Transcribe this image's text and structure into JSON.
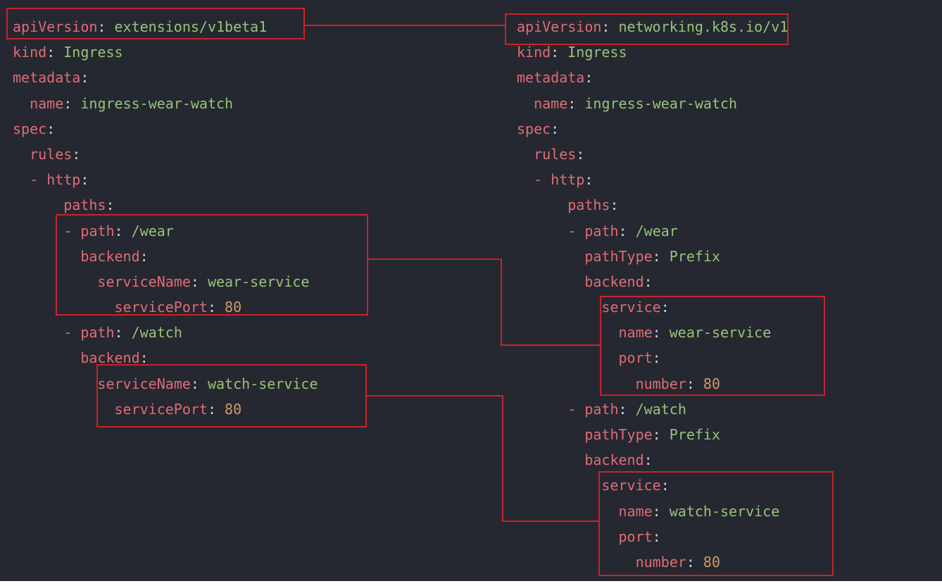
{
  "colors": {
    "background": "#252830",
    "key": "#e06c75",
    "string": "#98c379",
    "number": "#d19a66",
    "highlight": "#c8232c"
  },
  "left": {
    "lines": [
      {
        "indent": "",
        "dash": "",
        "key": "apiVersion",
        "value": "extensions/v1beta1"
      },
      {
        "indent": "",
        "dash": "",
        "key": "kind",
        "value": "Ingress"
      },
      {
        "indent": "",
        "dash": "",
        "key": "metadata",
        "value": ""
      },
      {
        "indent": "  ",
        "dash": "",
        "key": "name",
        "value": "ingress-wear-watch"
      },
      {
        "indent": "",
        "dash": "",
        "key": "spec",
        "value": ""
      },
      {
        "indent": "  ",
        "dash": "",
        "key": "rules",
        "value": ""
      },
      {
        "indent": "  ",
        "dash": "- ",
        "key": "http",
        "value": ""
      },
      {
        "indent": "      ",
        "dash": "",
        "key": "paths",
        "value": ""
      },
      {
        "indent": "      ",
        "dash": "- ",
        "key": "path",
        "value": "/wear"
      },
      {
        "indent": "        ",
        "dash": "",
        "key": "backend",
        "value": ""
      },
      {
        "indent": "          ",
        "dash": "",
        "key": "serviceName",
        "value": "wear-service"
      },
      {
        "indent": "            ",
        "dash": "",
        "key": "servicePort",
        "value": "80",
        "numeric": true
      },
      {
        "indent": "      ",
        "dash": "- ",
        "key": "path",
        "value": "/watch"
      },
      {
        "indent": "        ",
        "dash": "",
        "key": "backend",
        "value": ""
      },
      {
        "indent": "          ",
        "dash": "",
        "key": "serviceName",
        "value": "watch-service"
      },
      {
        "indent": "            ",
        "dash": "",
        "key": "servicePort",
        "value": "80",
        "numeric": true
      }
    ]
  },
  "right": {
    "lines": [
      {
        "indent": "",
        "dash": "",
        "key": "apiVersion",
        "value": "networking.k8s.io/v1"
      },
      {
        "indent": "",
        "dash": "",
        "key": "kind",
        "value": "Ingress"
      },
      {
        "indent": "",
        "dash": "",
        "key": "metadata",
        "value": ""
      },
      {
        "indent": "  ",
        "dash": "",
        "key": "name",
        "value": "ingress-wear-watch"
      },
      {
        "indent": "",
        "dash": "",
        "key": "spec",
        "value": ""
      },
      {
        "indent": "  ",
        "dash": "",
        "key": "rules",
        "value": ""
      },
      {
        "indent": "  ",
        "dash": "- ",
        "key": "http",
        "value": ""
      },
      {
        "indent": "      ",
        "dash": "",
        "key": "paths",
        "value": ""
      },
      {
        "indent": "      ",
        "dash": "- ",
        "key": "path",
        "value": "/wear"
      },
      {
        "indent": "        ",
        "dash": "",
        "key": "pathType",
        "value": "Prefix"
      },
      {
        "indent": "        ",
        "dash": "",
        "key": "backend",
        "value": ""
      },
      {
        "indent": "          ",
        "dash": "",
        "key": "service",
        "value": ""
      },
      {
        "indent": "            ",
        "dash": "",
        "key": "name",
        "value": "wear-service"
      },
      {
        "indent": "            ",
        "dash": "",
        "key": "port",
        "value": ""
      },
      {
        "indent": "              ",
        "dash": "",
        "key": "number",
        "value": "80",
        "numeric": true
      },
      {
        "indent": "      ",
        "dash": "- ",
        "key": "path",
        "value": "/watch"
      },
      {
        "indent": "        ",
        "dash": "",
        "key": "pathType",
        "value": "Prefix"
      },
      {
        "indent": "        ",
        "dash": "",
        "key": "backend",
        "value": ""
      },
      {
        "indent": "          ",
        "dash": "",
        "key": "service",
        "value": ""
      },
      {
        "indent": "            ",
        "dash": "",
        "key": "name",
        "value": "watch-service"
      },
      {
        "indent": "            ",
        "dash": "",
        "key": "port",
        "value": ""
      },
      {
        "indent": "              ",
        "dash": "",
        "key": "number",
        "value": "80",
        "numeric": true
      }
    ]
  }
}
